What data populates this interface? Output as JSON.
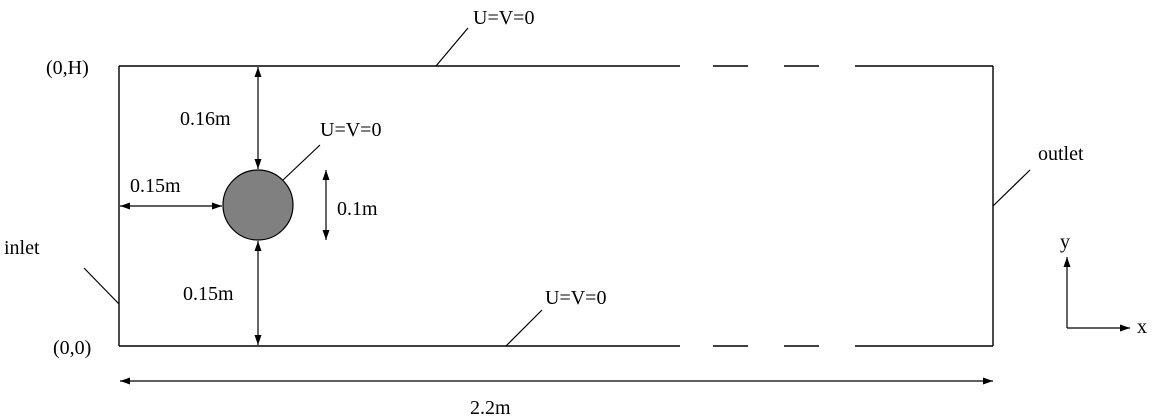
{
  "labels": {
    "origin_top": "(0,H)",
    "origin_bottom": "(0,0)",
    "top_wall": "U=V=0",
    "cylinder_bc": "U=V=0",
    "bottom_wall": "U=V=0",
    "inlet": "inlet",
    "outlet": "outlet",
    "dist_top": "0.16m",
    "dist_left": "0.15m",
    "dist_bottom": "0.15m",
    "diameter": "0.1m",
    "length": "2.2m",
    "axis_x": "x",
    "axis_y": "y"
  },
  "colors": {
    "cylinder_fill": "#808080",
    "line": "#000000"
  }
}
